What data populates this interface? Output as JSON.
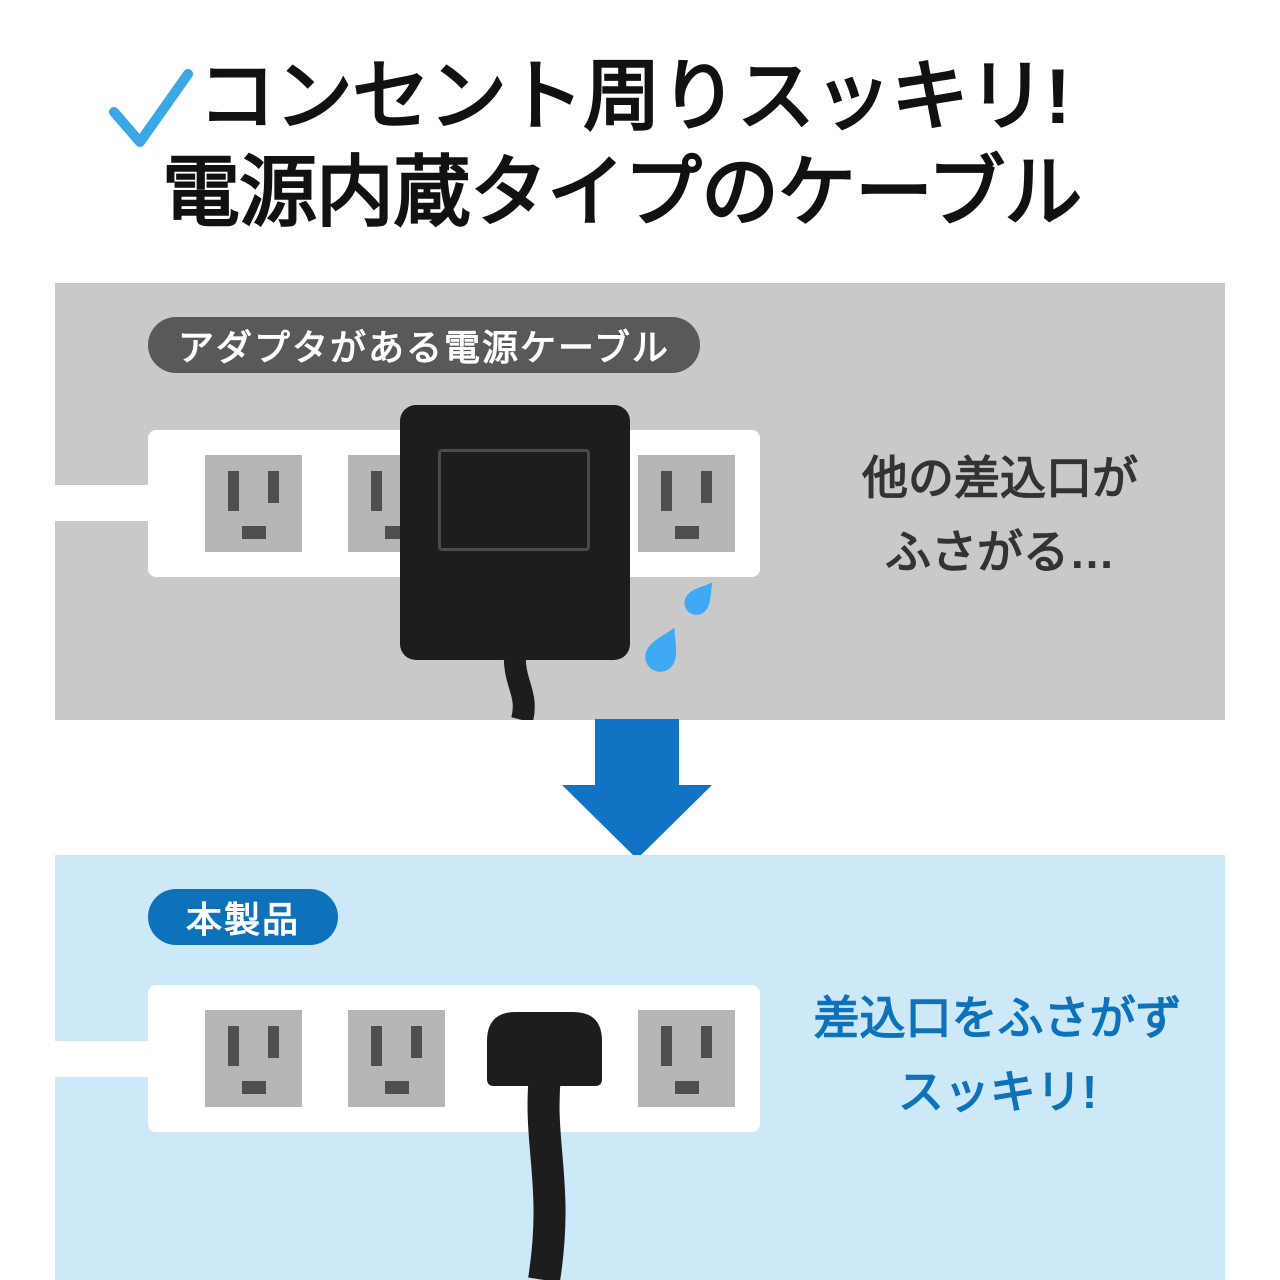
{
  "colors": {
    "check_blue": "#3aa7e6",
    "arrow_blue": "#1173c4",
    "panel_gray": "#c9c9c9",
    "panel_light_blue": "#cde9f8",
    "badge_dark": "#58595b",
    "badge_blue": "#0d72b9",
    "caption_dark": "#333333",
    "caption_blue": "#0d72b9",
    "heading_black": "#111111",
    "drop_blue": "#3fa9f5",
    "device_black": "#1d1d1d"
  },
  "header": {
    "line1": "コンセント周りスッキリ!",
    "line2": "電源内蔵タイプのケーブル"
  },
  "before": {
    "label": "アダプタがある電源ケーブル",
    "caption_line1": "他の差込口が",
    "caption_line2": "ふさがる…"
  },
  "after": {
    "label": "本製品",
    "caption_line1": "差込口をふさがず",
    "caption_line2": "スッキリ!"
  },
  "icons": {
    "check": "✓",
    "down_arrow": "⬇",
    "sweat_drops": "💧"
  }
}
